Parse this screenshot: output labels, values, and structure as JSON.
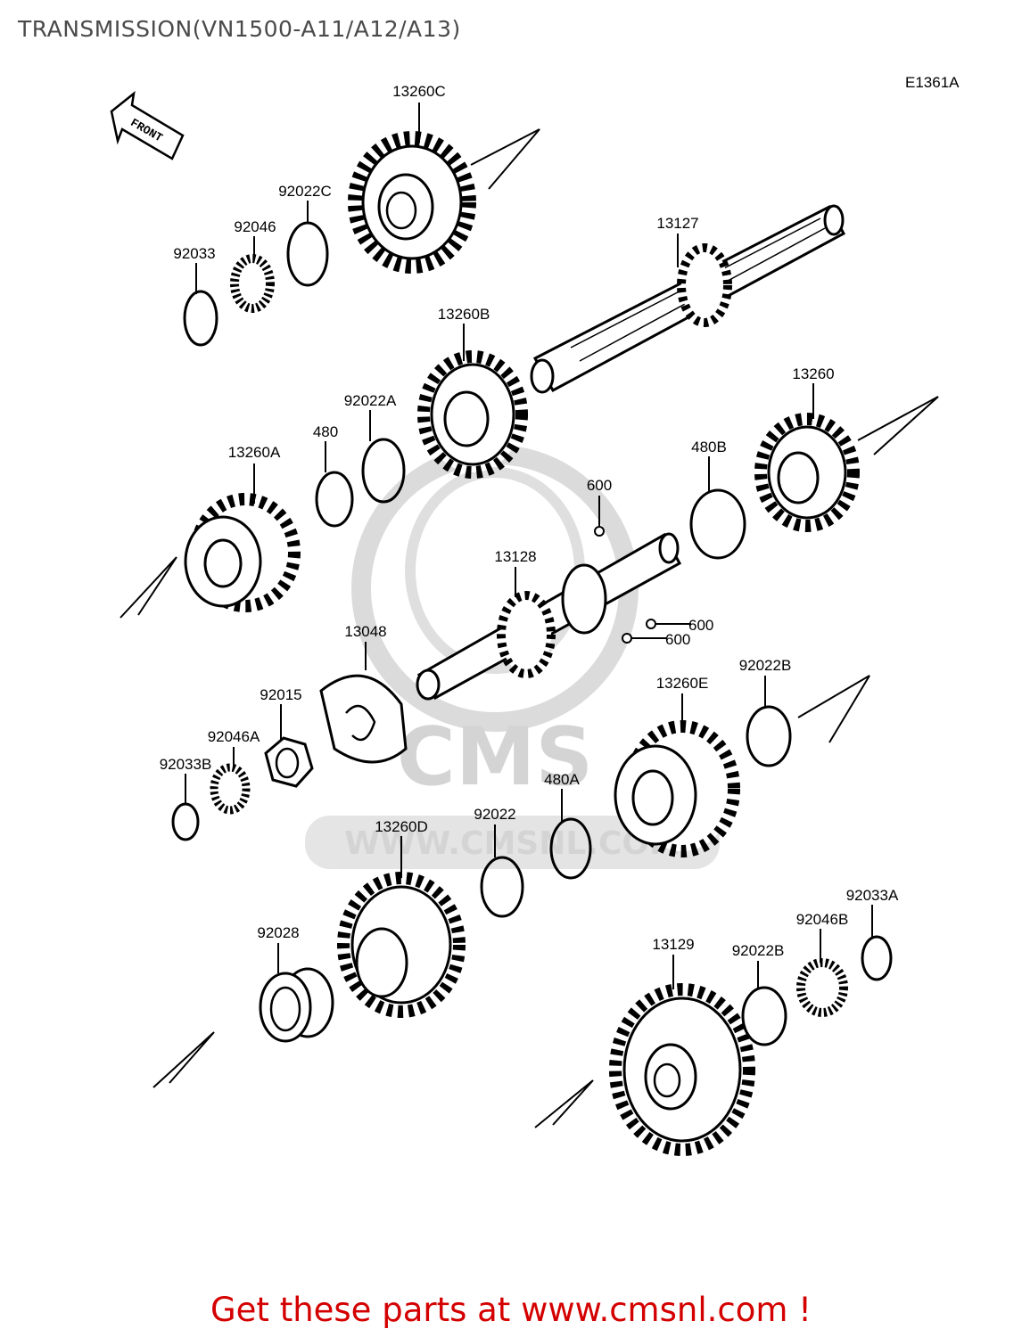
{
  "title": "TRANSMISSION(VN1500-A11/A12/A13)",
  "diagram_code": "E1361A",
  "front_label": "FRONT",
  "watermark": {
    "logo_text": "CMS",
    "url_text": "WWW.CMSNL.COM"
  },
  "part_labels": {
    "p13260C": "13260C",
    "p92022C": "92022C",
    "p92046": "92046",
    "p92033": "92033",
    "p13127": "13127",
    "p13260B": "13260B",
    "p92022A": "92022A",
    "p480": "480",
    "p13260A": "13260A",
    "p13260": "13260",
    "p480B": "480B",
    "p600a": "600",
    "p13128": "13128",
    "p600b": "600",
    "p600c": "600",
    "p13048": "13048",
    "p92015": "92015",
    "p92046A": "92046A",
    "p92033B": "92033B",
    "p92022B_top": "92022B",
    "p13260E": "13260E",
    "p480A": "480A",
    "p92022": "92022",
    "p13260D": "13260D",
    "p92028": "92028",
    "p92033A": "92033A",
    "p92046B": "92046B",
    "p13129": "13129",
    "p92022B_bottom": "92022B"
  },
  "footer": "Get these parts at www.cmsnl.com !"
}
